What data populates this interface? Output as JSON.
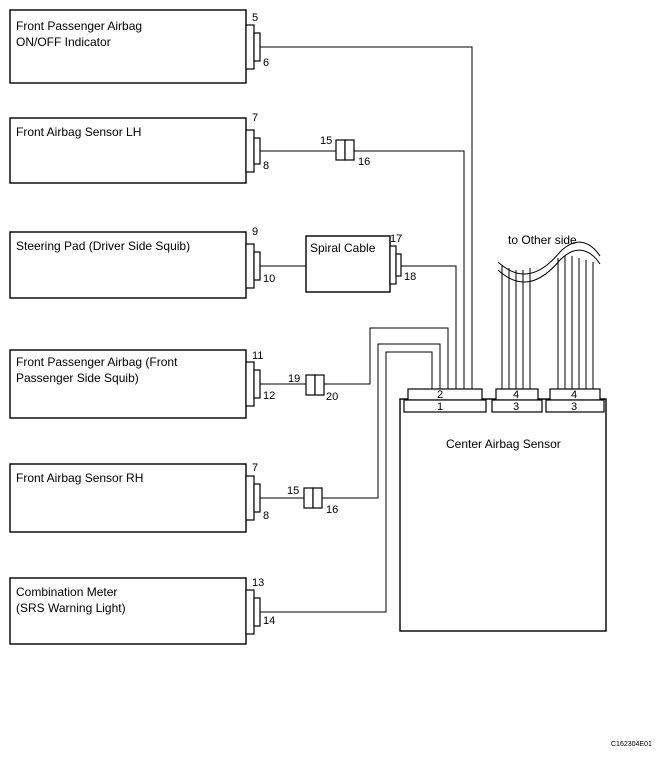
{
  "components": [
    {
      "id": "fp-indicator",
      "lines": [
        "Front Passenger Airbag",
        "ON/OFF Indicator"
      ],
      "pin_top": "5",
      "pin_bottom": "6"
    },
    {
      "id": "sensor-lh",
      "lines": [
        "Front Airbag Sensor LH"
      ],
      "pin_top": "7",
      "pin_bottom": "8"
    },
    {
      "id": "steering-pad",
      "lines": [
        "Steering Pad (Driver Side Squib)"
      ],
      "pin_top": "9",
      "pin_bottom": "10"
    },
    {
      "id": "fp-airbag",
      "lines": [
        "Front Passenger Airbag (Front",
        "Passenger Side Squib)"
      ],
      "pin_top": "11",
      "pin_bottom": "12"
    },
    {
      "id": "sensor-rh",
      "lines": [
        "Front Airbag Sensor RH"
      ],
      "pin_top": "7",
      "pin_bottom": "8"
    },
    {
      "id": "combination-meter",
      "lines": [
        "Combination Meter",
        "(SRS Warning Light)"
      ],
      "pin_top": "13",
      "pin_bottom": "14"
    }
  ],
  "spiral_cable": {
    "label": "Spiral Cable",
    "pin_top": "17",
    "pin_bottom": "18"
  },
  "junctions": {
    "lh": {
      "left": "15",
      "right": "16"
    },
    "fp": {
      "left": "19",
      "right": "20"
    },
    "rh": {
      "left": "15",
      "right": "16"
    }
  },
  "center_sensor": {
    "label": "Center Airbag Sensor",
    "connectors": {
      "top_left": "2",
      "bottom_left": "1",
      "top_mid": "4",
      "bottom_mid": "3",
      "top_right": "4",
      "bottom_right": "3"
    }
  },
  "other_side_label": "to Other side",
  "figure_code": "C162304E01"
}
